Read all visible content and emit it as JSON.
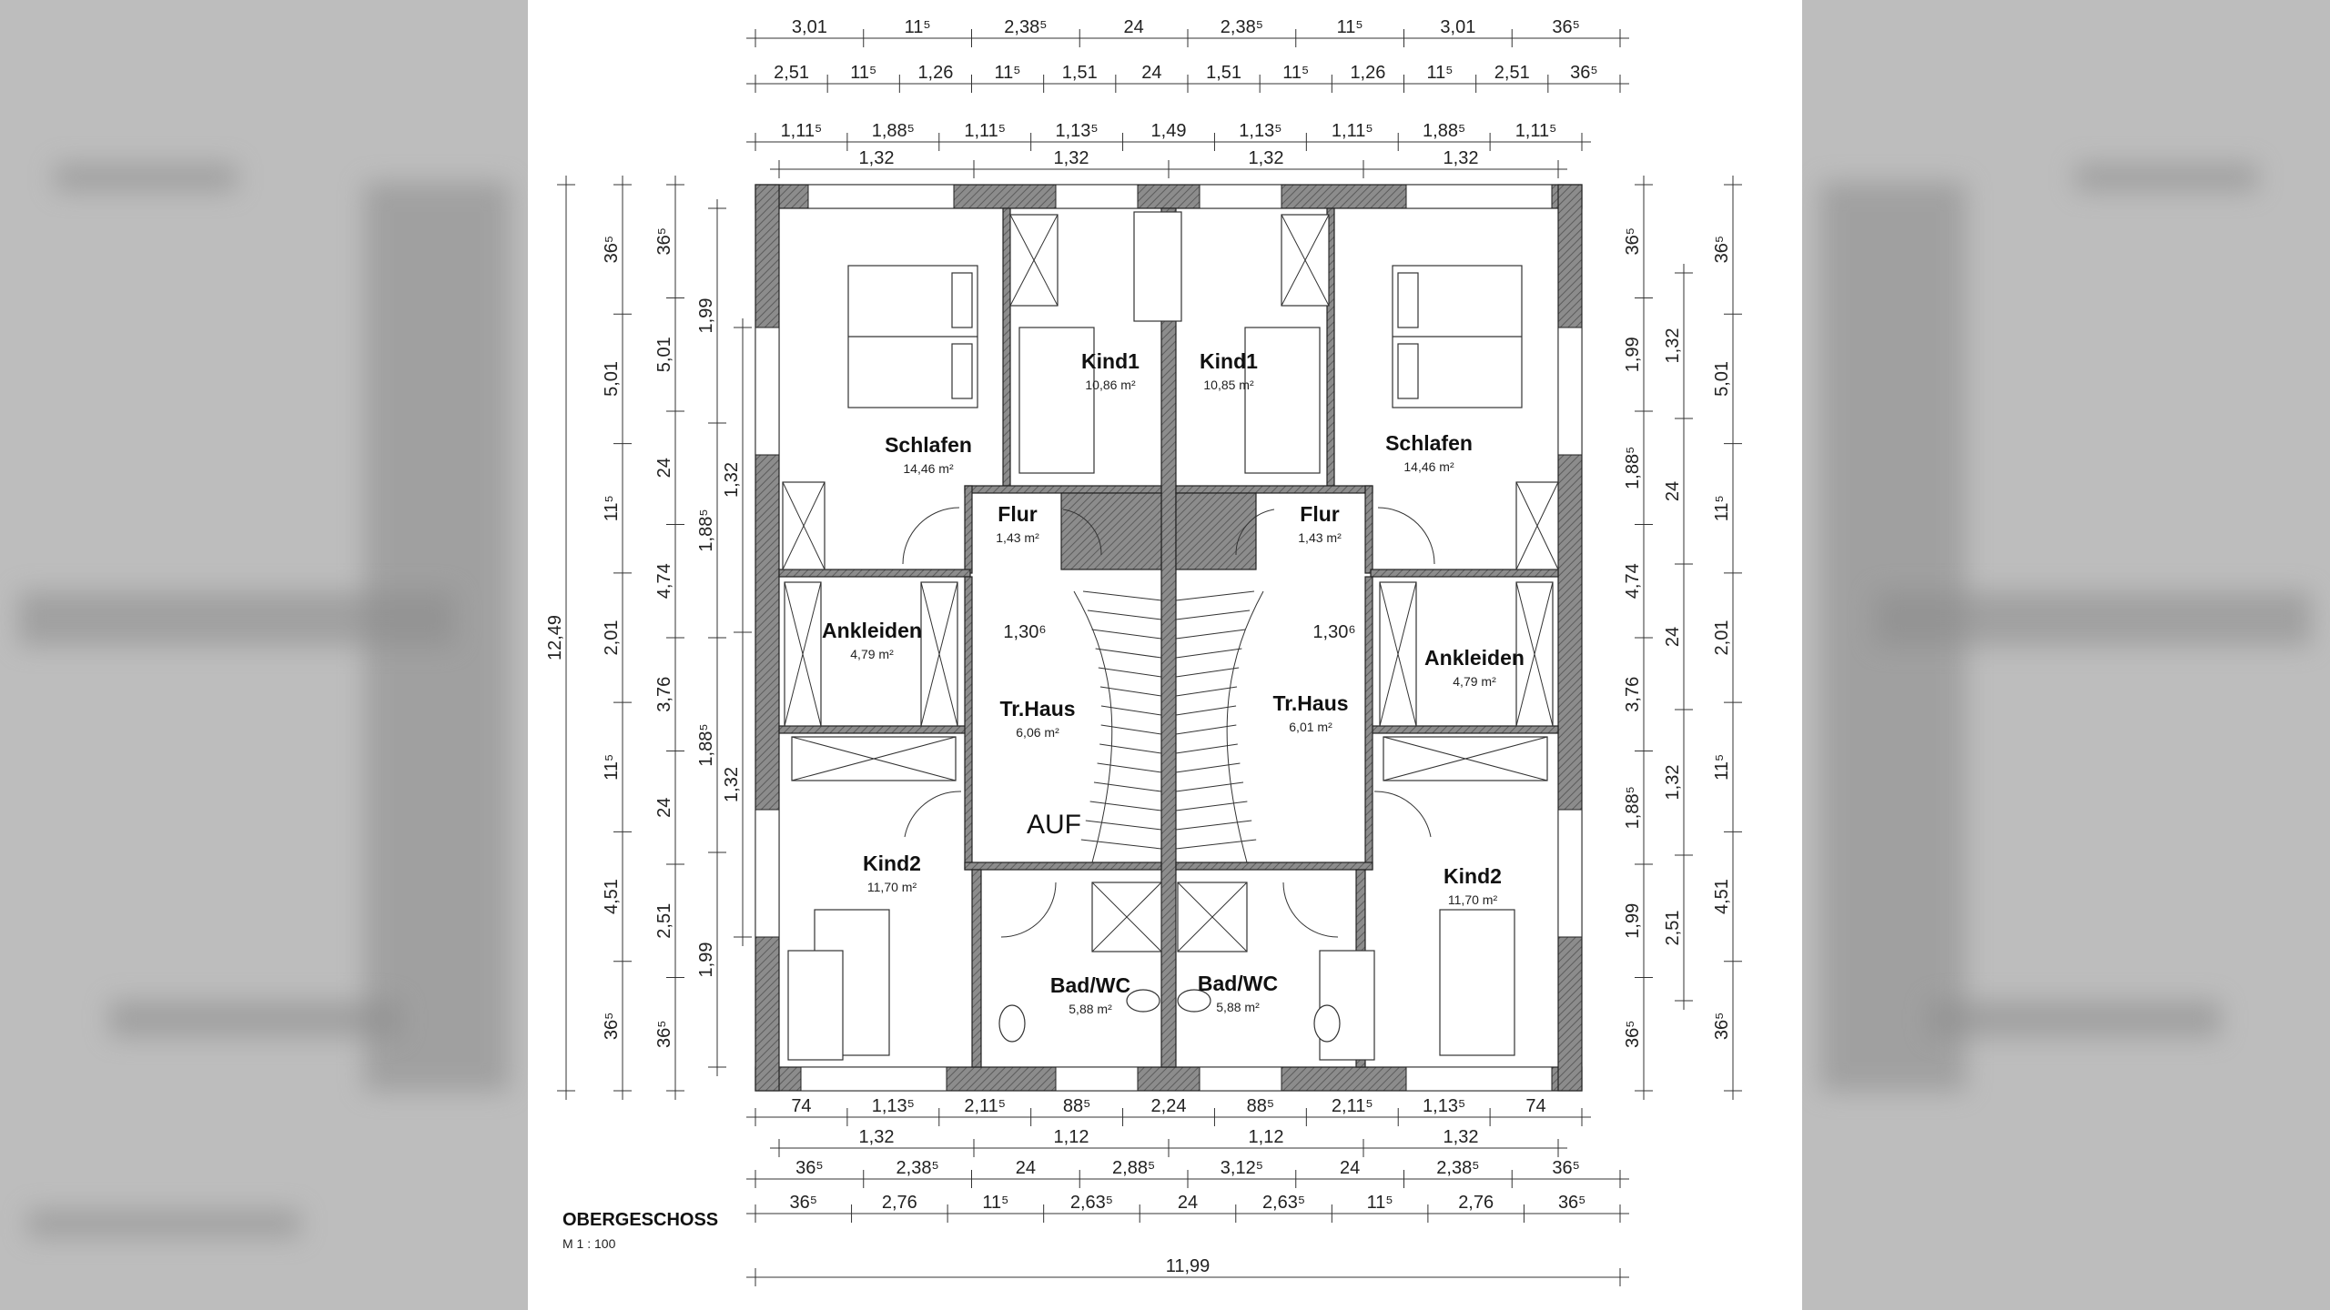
{
  "title": "OBERGESCHOSS",
  "scale": "M 1 : 100",
  "stair_label": "AUF",
  "rooms": [
    {
      "name": "Schlafen",
      "area": "14,46 m²"
    },
    {
      "name": "Kind1",
      "area": "10,86 m²"
    },
    {
      "name": "Kind1",
      "area": "10,85 m²"
    },
    {
      "name": "Schlafen",
      "area": "14,46 m²"
    },
    {
      "name": "Flur",
      "area": "1,43 m²"
    },
    {
      "name": "Flur",
      "area": "1,43 m²"
    },
    {
      "name": "Ankleiden",
      "area": "4,79 m²"
    },
    {
      "name": "Ankleiden",
      "area": "4,79 m²"
    },
    {
      "name": "Tr.Haus",
      "area": "6,06 m²"
    },
    {
      "name": "Tr.Haus",
      "area": "6,01 m²"
    },
    {
      "name": "Kind2",
      "area": "11,70 m²"
    },
    {
      "name": "Kind2",
      "area": "11,70 m²"
    },
    {
      "name": "Bad/WC",
      "area": "5,88 m²"
    },
    {
      "name": "Bad/WC",
      "area": "5,88 m²"
    }
  ],
  "stair_widths": [
    "1,30⁶",
    "1,30⁶"
  ],
  "dimensions": {
    "top_row1": [
      "3,01",
      "11⁵",
      "2,38⁵",
      "24",
      "2,38⁵",
      "11⁵",
      "3,01",
      "36⁵"
    ],
    "top_row2": [
      "2,51",
      "11⁵",
      "1,26",
      "11⁵",
      "1,51",
      "24",
      "1,51",
      "11⁵",
      "1,26",
      "11⁵",
      "2,51",
      "36⁵"
    ],
    "top_row3": [
      "1,11⁵",
      "1,88⁵",
      "1,11⁵",
      "1,13⁵",
      "1,49",
      "1,13⁵",
      "1,11⁵",
      "1,88⁵",
      "1,11⁵"
    ],
    "top_row4": [
      "1,32",
      "1,32",
      "1,32",
      "1,32"
    ],
    "bottom_row1": [
      "74",
      "1,13⁵",
      "2,11⁵",
      "88⁵",
      "2,24",
      "88⁵",
      "2,11⁵",
      "1,13⁵",
      "74"
    ],
    "bottom_row2": [
      "1,32",
      "1,12",
      "1,12",
      "1,32"
    ],
    "bottom_row3": [
      "36⁵",
      "2,38⁵",
      "24",
      "2,88⁵",
      "3,12⁵",
      "24",
      "2,38⁵",
      "36⁵"
    ],
    "bottom_row4": [
      "36⁵",
      "2,76",
      "11⁵",
      "2,63⁵",
      "24",
      "2,63⁵",
      "11⁵",
      "2,76",
      "36⁵"
    ],
    "bottom_total": "11,99",
    "left_total": "12,49",
    "left_col1": [
      "36⁵",
      "5,01",
      "11⁵",
      "2,01",
      "11⁵",
      "4,51",
      "36⁵"
    ],
    "left_col2": [
      "36⁵",
      "5,01",
      "24",
      "4,74",
      "3,76",
      "24",
      "2,51",
      "36⁵"
    ],
    "left_col3": [
      "1,99",
      "1,88⁵",
      "1,88⁵",
      "1,99"
    ],
    "left_col4": [
      "1,32",
      "1,32"
    ],
    "right_col1": [
      "36⁵",
      "1,99",
      "1,88⁵",
      "4,74",
      "3,76",
      "1,88⁵",
      "1,99",
      "36⁵"
    ],
    "right_col2": [
      "1,32",
      "24",
      "24",
      "1,32",
      "2,51"
    ],
    "right_col3": [
      "36⁵",
      "5,01",
      "11⁵",
      "2,01",
      "11⁵",
      "4,51",
      "36⁵"
    ]
  }
}
